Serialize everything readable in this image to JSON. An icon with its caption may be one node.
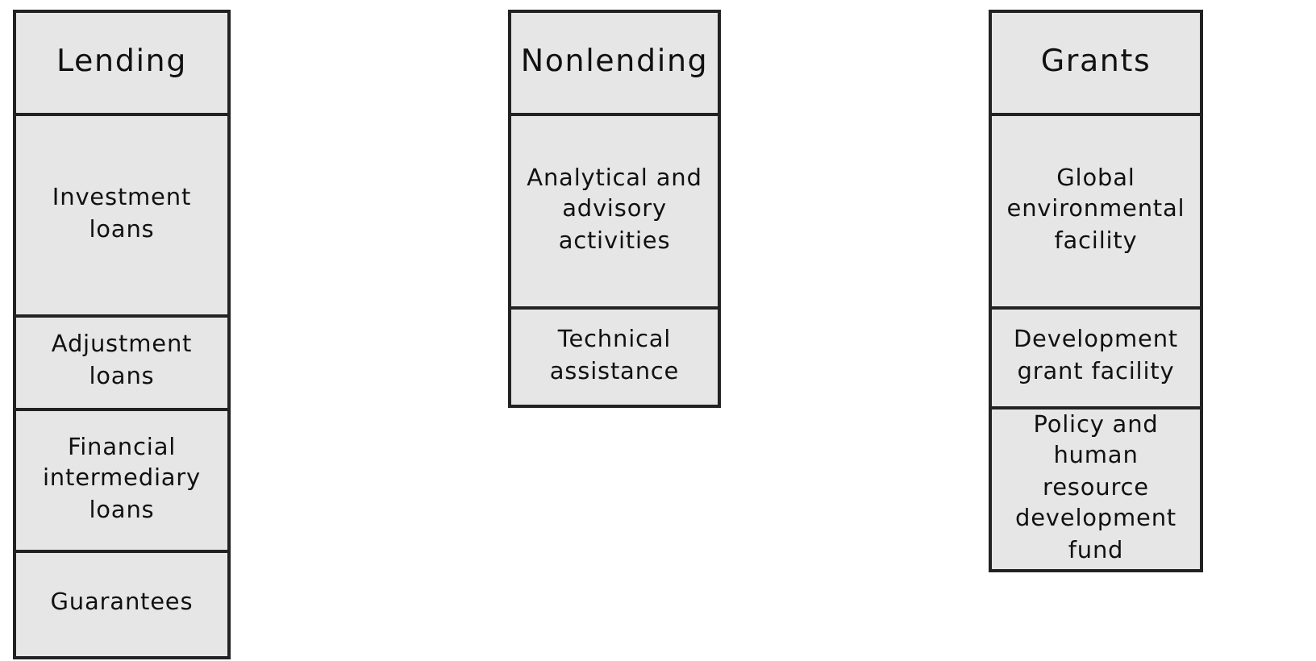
{
  "diagram": {
    "nodes": [
      {
        "text": [
          "Lending"
        ]
      },
      {
        "text": [
          "Investment loans"
        ]
      },
      {
        "text": [
          "Adjustment loans"
        ]
      },
      {
        "text": [
          "Financial intermediary loans"
        ]
      },
      {
        "text": [
          "Guarantees"
        ]
      },
      {
        "text": [
          "Nonlending"
        ]
      },
      {
        "text": [
          "Analytical and advisory activities"
        ]
      },
      {
        "text": [
          "Technical assistance"
        ]
      },
      {
        "text": [
          "Grants"
        ]
      },
      {
        "text": [
          "Global environmental facility"
        ]
      },
      {
        "text": [
          "Development grant facility"
        ]
      },
      {
        "text": [
          "Policy and human resource development fund"
        ]
      }
    ]
  }
}
